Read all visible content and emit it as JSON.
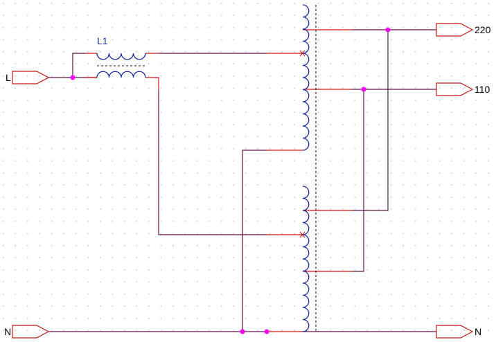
{
  "schematic": {
    "inductor_label": "L1",
    "ports": {
      "line_in": "L",
      "neutral_in": "N",
      "out_220": "220",
      "out_110": "110",
      "neutral_out": "N"
    }
  },
  "colors": {
    "wire": "#5c1248",
    "pin": "#d01010",
    "coil": "#1a2aa0",
    "junction": "#ff00ff",
    "port": "#c01818"
  }
}
